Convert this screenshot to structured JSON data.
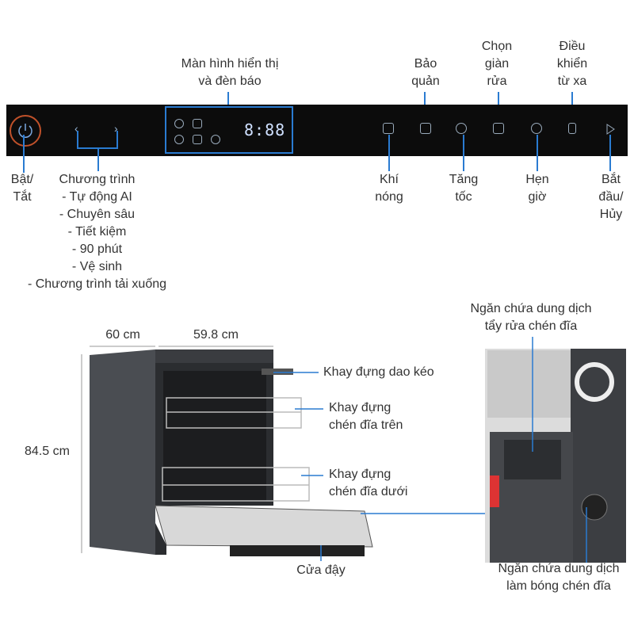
{
  "top_labels": {
    "display": "Màn hình hiển thị\nvà đèn báo",
    "preserve": "Bảo\nquản",
    "rack": "Chọn\ngiàn\nrửa",
    "remote": "Điều\nkhiển\ntừ xa"
  },
  "bottom_labels": {
    "power": "Bật/\nTắt",
    "programs_title": "Chương trình",
    "programs": [
      "- Tự động AI",
      "- Chuyên sâu",
      "- Tiết kiệm",
      "- 90 phút",
      "- Vệ sinh",
      "- Chương trình tải xuống"
    ],
    "hot_air": "Khí\nnóng",
    "speed": "Tăng\ntốc",
    "timer": "Hẹn\ngiờ",
    "start": "Bắt\nđầu/\nHủy"
  },
  "panel": {
    "display_digits": "8:88"
  },
  "dimensions": {
    "depth": "60 cm",
    "width": "59.8 cm",
    "height": "84.5 cm"
  },
  "machine_labels": {
    "cutlery": "Khay đựng dao kéo",
    "upper": "Khay đựng\nchén đĩa trên",
    "lower": "Khay đựng\nchén đĩa dưới",
    "door": "Cửa đậy"
  },
  "detail_labels": {
    "detergent": "Ngăn chứa dung dịch\ntẩy rửa chén đĩa",
    "rinse": "Ngăn chứa dung dịch\nlàm bóng chén đĩa"
  },
  "colors": {
    "accent": "#2a7bd1",
    "power_ring": "#c0512a",
    "panel": "#0c0c0c"
  }
}
